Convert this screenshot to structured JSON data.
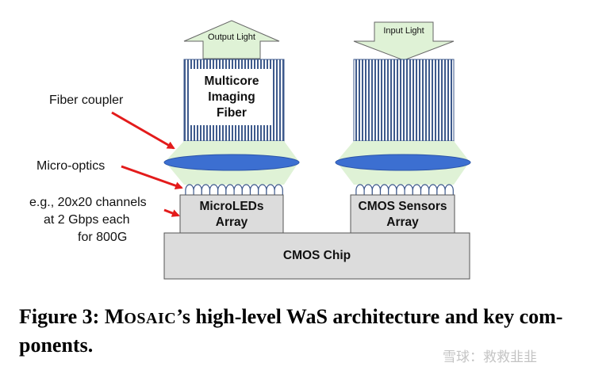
{
  "colors": {
    "red_arrow": "#e31b1b",
    "fiber_blue": "#3e5a8c",
    "lens_blue": "#3c6fd1",
    "coupler_green": "#dff2d6",
    "box_gray": "#dcdcdc",
    "border": "#555555"
  },
  "arrows": {
    "output_light": "Output Light",
    "input_light": "Input Light"
  },
  "left_stack": {
    "fiber_label": "Multicore Imaging Fiber",
    "array_label": "MicroLEDs Array"
  },
  "right_stack": {
    "array_label": "CMOS Sensors Array"
  },
  "chip_label": "CMOS Chip",
  "annotations": {
    "fiber_coupler": "Fiber coupler",
    "micro_optics": "Micro-optics",
    "channels_line1": "e.g., 20x20 channels",
    "channels_line2": "at 2 Gbps each",
    "channels_line3": "for 800G"
  },
  "caption": {
    "prefix": "Figure 3: M",
    "smallcaps": "OSAIC",
    "rest_line1": "’s high-level WaS architecture and key com-",
    "line2": "ponents."
  },
  "watermark": "雪球：救救韭韭"
}
